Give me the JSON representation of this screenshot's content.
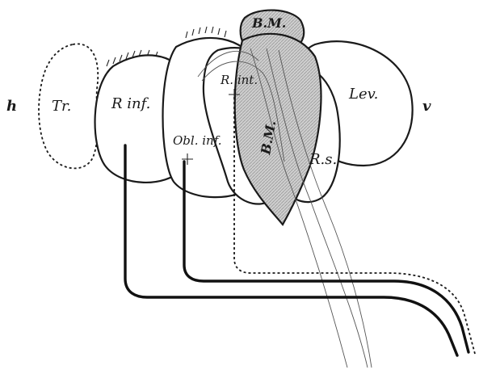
{
  "labels": {
    "h": "h",
    "v": "v",
    "tr": "Tr.",
    "r_inf": "R inf.",
    "obl_inf": "Obl. inf.",
    "r_int": "R. int.",
    "bm_top": "B.M.",
    "bm_mid": "B.M.",
    "lev": "Lev.",
    "rs": "R.s."
  },
  "colors": {
    "ink": "#1a1a1a",
    "shade": "#c9c9c9",
    "paper": "#ffffff"
  }
}
